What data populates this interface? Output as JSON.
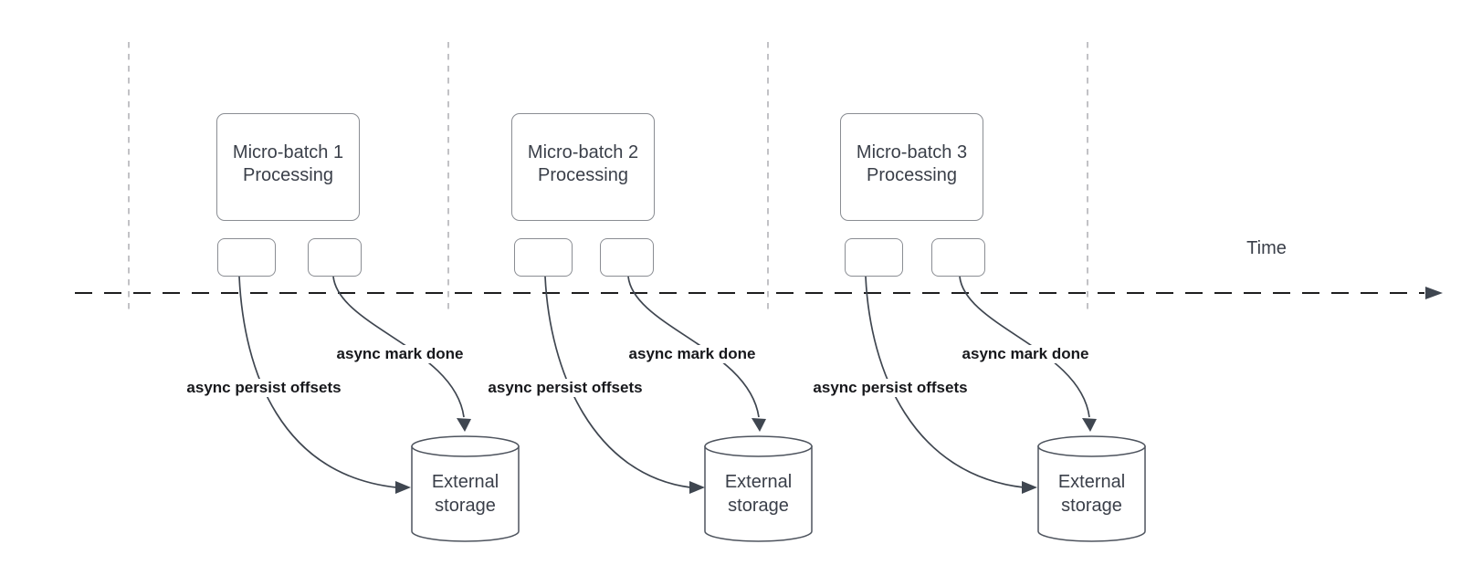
{
  "diagram": {
    "time_axis_label": "Time",
    "groups": [
      {
        "process_label": "Micro-batch 1 Processing",
        "persist_label": "async persist offsets",
        "mark_label": "async mark done",
        "storage_label": "External storage"
      },
      {
        "process_label": "Micro-batch 2 Processing",
        "persist_label": "async persist offsets",
        "mark_label": "async mark done",
        "storage_label": "External storage"
      },
      {
        "process_label": "Micro-batch 3 Processing",
        "persist_label": "async persist offsets",
        "mark_label": "async mark done",
        "storage_label": "External storage"
      }
    ],
    "colors": {
      "background": "#ffffff",
      "timeline": "#1d1d1f",
      "guide_line": "#a9a9ad",
      "connector": "#3f4650",
      "shape_border": "#8a8d93",
      "cylinder_border": "#4e545e",
      "shape_text": "#3a3f49",
      "label_text": "#17181c"
    }
  }
}
